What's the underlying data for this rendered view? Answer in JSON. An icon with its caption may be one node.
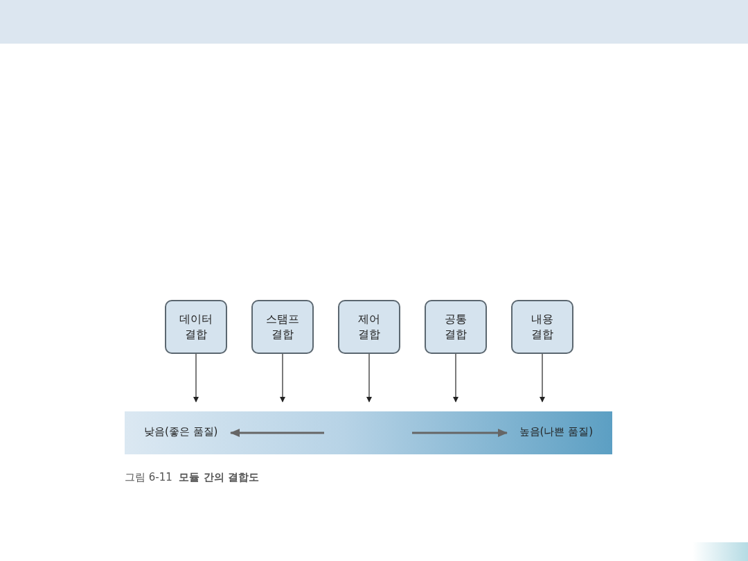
{
  "diagram": {
    "caption": "그림 6-11  **모듈 간의 결합도**",
    "nodes": [
      {
        "text": [
          "데이터 결합"
        ]
      },
      {
        "text": [
          "스탬프 결합"
        ]
      },
      {
        "text": [
          "제어 결합"
        ]
      },
      {
        "text": [
          "공통 결합"
        ]
      },
      {
        "text": [
          "내용 결합"
        ]
      },
      {
        "text": [
          "낮음(좋은 품질)",
          "높음(나쁜 품질)"
        ]
      }
    ],
    "edges": [
      {
        "from": 0,
        "to": 5,
        "arrow": "to"
      },
      {
        "from": 1,
        "to": 5,
        "arrow": "to"
      },
      {
        "from": 2,
        "to": 5,
        "arrow": "to"
      },
      {
        "from": 3,
        "to": 5,
        "arrow": "to"
      },
      {
        "from": 4,
        "to": 5,
        "arrow": "to"
      }
    ]
  }
}
